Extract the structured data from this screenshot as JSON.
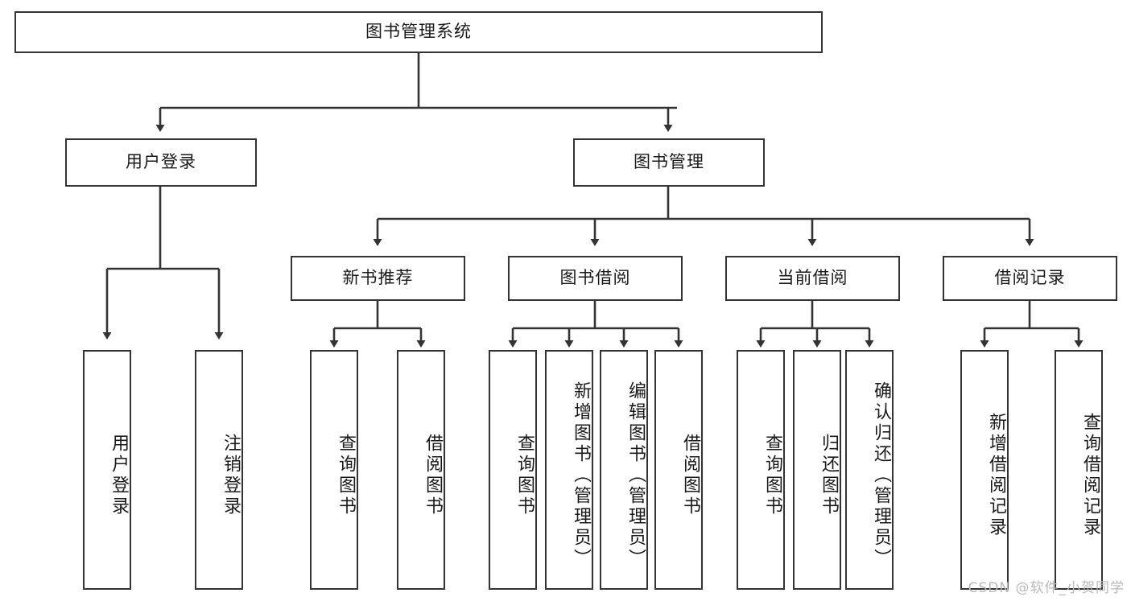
{
  "diagram": {
    "title": "图书管理系统",
    "type": "tree",
    "watermark": "CSDN @软件_小贺同学",
    "colors": {
      "box_border": "#333333",
      "box_fill": "#ffffff",
      "text": "#1a1a1a",
      "edge": "#333333",
      "watermark": "#b9b9b9",
      "background": "#ffffff"
    },
    "levels": {
      "root": {
        "label": "图书管理系统"
      },
      "level2": [
        {
          "id": "user-login",
          "label": "用户登录"
        },
        {
          "id": "book-manage",
          "label": "图书管理"
        }
      ],
      "level3": [
        {
          "id": "new-book-recommend",
          "label": "新书推荐"
        },
        {
          "id": "book-borrow",
          "label": "图书借阅"
        },
        {
          "id": "current-borrow",
          "label": "当前借阅"
        },
        {
          "id": "borrow-record",
          "label": "借阅记录"
        }
      ],
      "leaves": {
        "user_login": [
          {
            "id": "leaf-user-login",
            "label": "用户登录"
          },
          {
            "id": "leaf-logout-login",
            "label": "注销登录"
          }
        ],
        "new_book_recommend": [
          {
            "id": "leaf-query-book-1",
            "label": "查询图书"
          },
          {
            "id": "leaf-borrow-book-1",
            "label": "借阅图书"
          }
        ],
        "book_borrow": [
          {
            "id": "leaf-query-book-2",
            "label": "查询图书"
          },
          {
            "id": "leaf-add-book",
            "label": "新增图书（管理员）"
          },
          {
            "id": "leaf-edit-book",
            "label": "编辑图书（管理员）"
          },
          {
            "id": "leaf-borrow-book-2",
            "label": "借阅图书"
          }
        ],
        "current_borrow": [
          {
            "id": "leaf-query-book-3",
            "label": "查询图书"
          },
          {
            "id": "leaf-return-book",
            "label": "归还图书"
          },
          {
            "id": "leaf-confirm-return",
            "label": "确认归还（管理员）"
          }
        ],
        "borrow_record": [
          {
            "id": "leaf-add-record",
            "label": "新增借阅记录"
          },
          {
            "id": "leaf-query-record",
            "label": "查询借阅记录"
          }
        ]
      }
    }
  }
}
